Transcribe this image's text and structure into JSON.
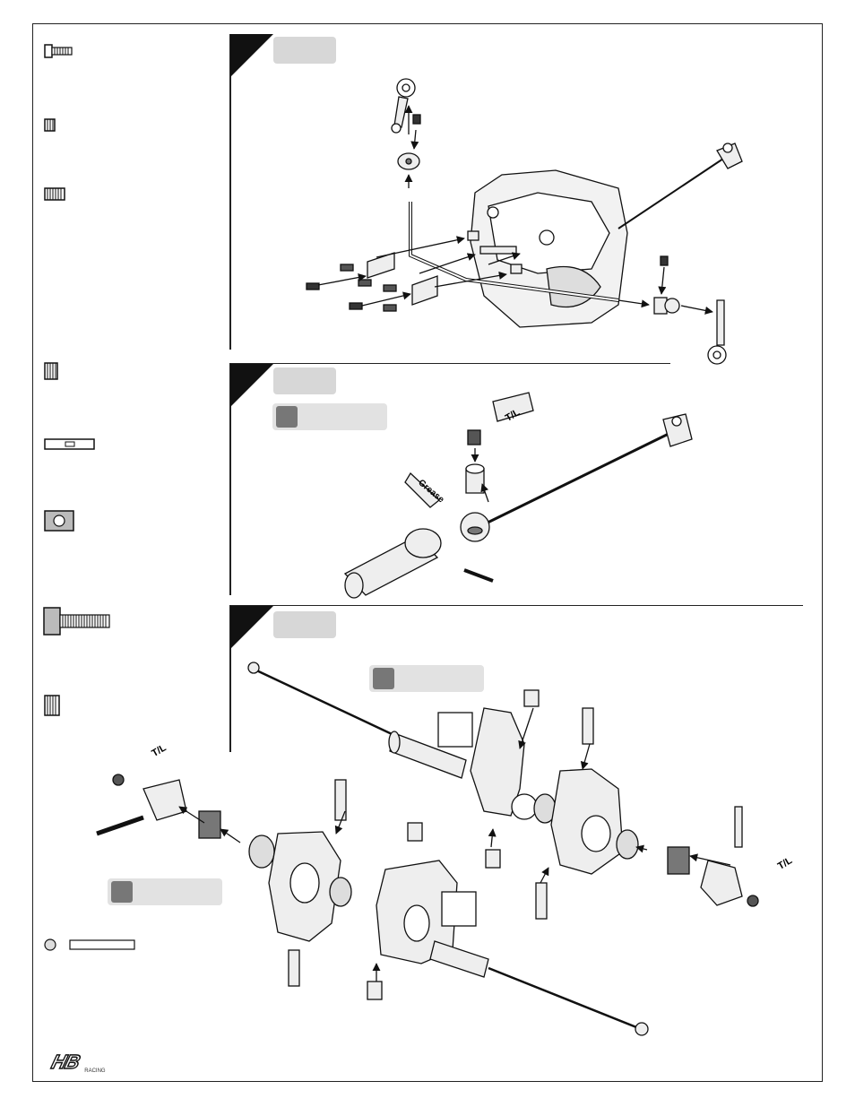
{
  "brand": {
    "logo": "HB",
    "logo_subtext": "RACING"
  },
  "tubes": {
    "threadlock": "T/L",
    "grease": "Grease"
  },
  "icons": [
    "screw-icon",
    "nut-icon",
    "set-screw-icon",
    "bearing-icon",
    "pin-icon",
    "shim-icon"
  ]
}
